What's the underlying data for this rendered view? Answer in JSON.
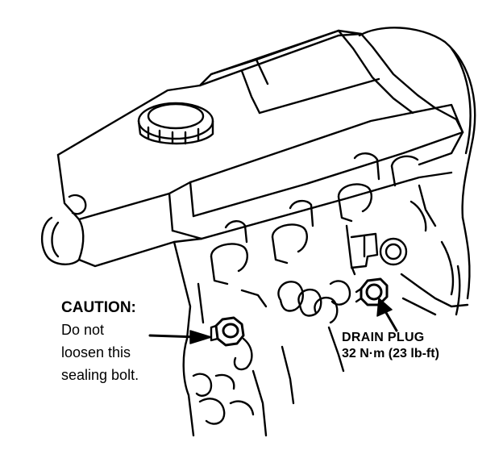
{
  "caution": {
    "title": "CAUTION:",
    "lines": [
      "Do not",
      "loosen this",
      "sealing bolt."
    ]
  },
  "drain_plug": {
    "title": "DRAIN PLUG",
    "torque": "32 N·m (23 lb-ft)"
  },
  "colors": {
    "ink": "#000000",
    "paper": "#ffffff"
  }
}
